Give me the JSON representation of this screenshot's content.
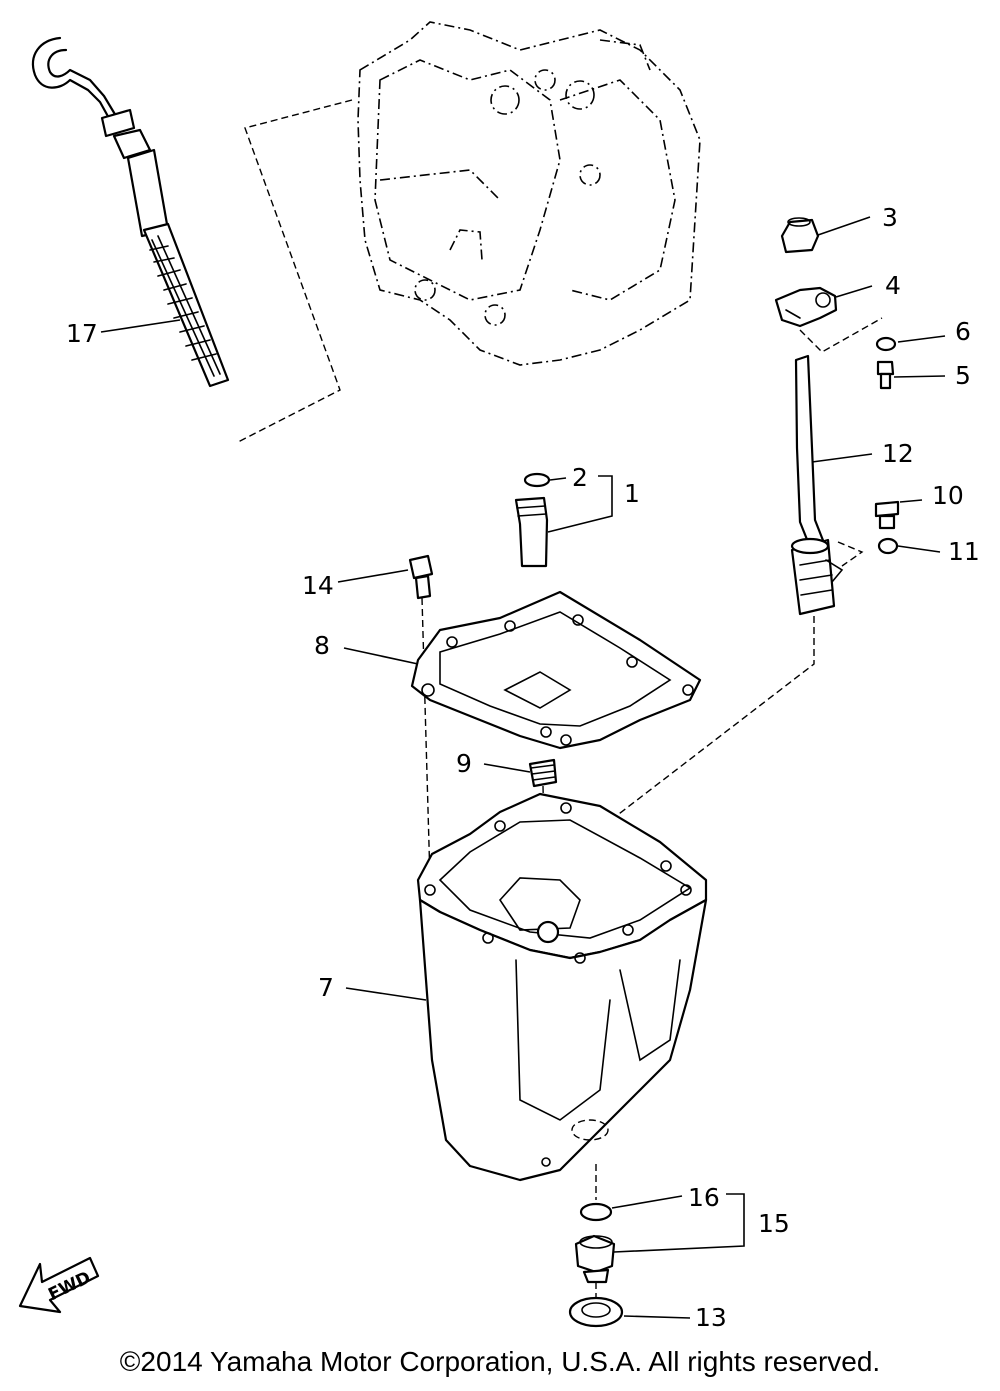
{
  "diagram": {
    "callouts": {
      "c1": "1",
      "c2": "2",
      "c3": "3",
      "c4": "4",
      "c5": "5",
      "c6": "6",
      "c7": "7",
      "c8": "8",
      "c9": "9",
      "c10": "10",
      "c11": "11",
      "c12": "12",
      "c13": "13",
      "c14": "14",
      "c15": "15",
      "c16": "16",
      "c17": "17"
    },
    "fwd_label": "FWD"
  },
  "footer": {
    "copyright": "©2014 Yamaha Motor Corporation, U.S.A. All rights reserved."
  }
}
